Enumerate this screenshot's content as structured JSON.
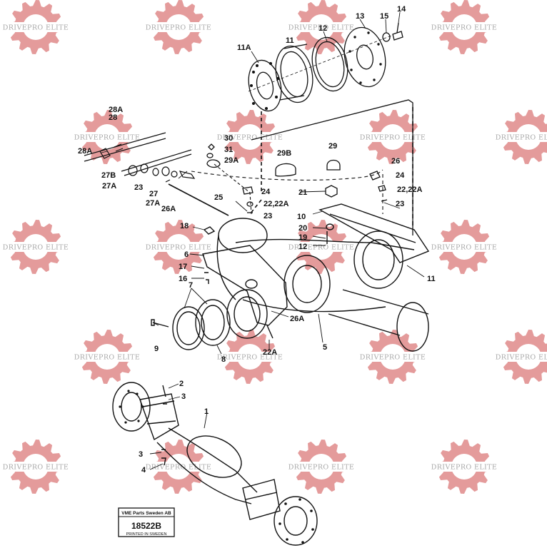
{
  "watermark": {
    "text": "DRIVEPRO ELITE",
    "color": "#e08a8a"
  },
  "callouts": [
    {
      "id": "c14",
      "text": "14"
    },
    {
      "id": "c15",
      "text": "15"
    },
    {
      "id": "c13",
      "text": "13"
    },
    {
      "id": "c12a",
      "text": "12"
    },
    {
      "id": "c11a",
      "text": "11"
    },
    {
      "id": "c11A",
      "text": "11A"
    },
    {
      "id": "c28A",
      "text": "28A"
    },
    {
      "id": "c28",
      "text": "28"
    },
    {
      "id": "c28A2",
      "text": "28A"
    },
    {
      "id": "c27B",
      "text": "27B"
    },
    {
      "id": "c27A",
      "text": "27A"
    },
    {
      "id": "c23a",
      "text": "23"
    },
    {
      "id": "c27",
      "text": "27"
    },
    {
      "id": "c27A2",
      "text": "27A"
    },
    {
      "id": "c26A",
      "text": "26A"
    },
    {
      "id": "c30",
      "text": "30"
    },
    {
      "id": "c31",
      "text": "31"
    },
    {
      "id": "c29A",
      "text": "29A"
    },
    {
      "id": "c29B",
      "text": "29B"
    },
    {
      "id": "c29",
      "text": "29"
    },
    {
      "id": "c26",
      "text": "26"
    },
    {
      "id": "c24a",
      "text": "24"
    },
    {
      "id": "c2222a",
      "text": "22,22A"
    },
    {
      "id": "c21",
      "text": "21"
    },
    {
      "id": "c25",
      "text": "25"
    },
    {
      "id": "c24b",
      "text": "24"
    },
    {
      "id": "c2222b",
      "text": "22,22A"
    },
    {
      "id": "c23b",
      "text": "23"
    },
    {
      "id": "c23c",
      "text": "23"
    },
    {
      "id": "c10",
      "text": "10"
    },
    {
      "id": "c20",
      "text": "20"
    },
    {
      "id": "c19",
      "text": "19"
    },
    {
      "id": "c12b",
      "text": "12"
    },
    {
      "id": "c18",
      "text": "18"
    },
    {
      "id": "c6",
      "text": "6"
    },
    {
      "id": "c17",
      "text": "17"
    },
    {
      "id": "c16",
      "text": "16"
    },
    {
      "id": "c11b",
      "text": "11"
    },
    {
      "id": "c7",
      "text": "7"
    },
    {
      "id": "c26A2",
      "text": "26A"
    },
    {
      "id": "c9",
      "text": "9"
    },
    {
      "id": "c8",
      "text": "8"
    },
    {
      "id": "c22A",
      "text": "22A"
    },
    {
      "id": "c5",
      "text": "5"
    },
    {
      "id": "c2",
      "text": "2"
    },
    {
      "id": "c3a",
      "text": "3"
    },
    {
      "id": "c1",
      "text": "1"
    },
    {
      "id": "c3b",
      "text": "3"
    },
    {
      "id": "c4",
      "text": "4"
    }
  ],
  "stamp": {
    "company": "VME Parts Sweden AB",
    "number": "18522B",
    "printed": "PRINTED IN SWEDEN"
  }
}
